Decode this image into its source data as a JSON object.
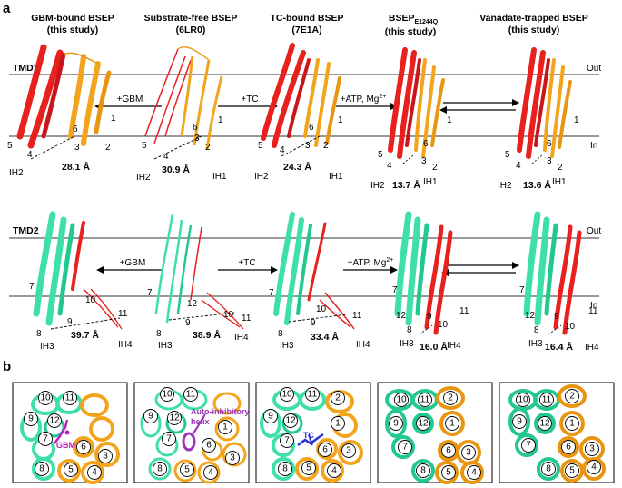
{
  "panel_a": {
    "letter": "a",
    "columns": [
      {
        "title_line1": "GBM-bound BSEP",
        "title_line2": "(this study)"
      },
      {
        "title_line1": "Substrate-free BSEP",
        "title_line2": "(6LR0)"
      },
      {
        "title_line1": "TC-bound BSEP",
        "title_line2": "(7E1A)"
      },
      {
        "title_line1": "BSEP",
        "title_sub": "E1244Q",
        "title_line2": "(this study)"
      },
      {
        "title_line1": "Vanadate-trapped BSEP",
        "title_line2": "(this study)"
      }
    ],
    "tmd1": {
      "label": "TMD1",
      "out_label": "Out",
      "in_label": "In",
      "arrows": [
        "+GBM",
        "+TC",
        "+ATP, Mg"
      ],
      "arrow3_sup": "2+",
      "distances": [
        "28.1 Å",
        "30.9 Å",
        "24.3 Å",
        "13.7 Å",
        "13.6 Å"
      ],
      "helix_numbers": [
        "1",
        "2",
        "3",
        "4",
        "5",
        "6"
      ],
      "ih_labels": [
        "IH1",
        "IH2"
      ]
    },
    "tmd2": {
      "label": "TMD2",
      "out_label": "Out",
      "in_label": "In",
      "arrows": [
        "+GBM",
        "+TC",
        "+ATP, Mg"
      ],
      "arrow3_sup": "2+",
      "distances": [
        "39.7 Å",
        "38.9 Å",
        "33.4 Å",
        "16.0 Å",
        "16.4 Å"
      ],
      "helix_numbers": [
        "7",
        "8",
        "9",
        "10",
        "11",
        "12"
      ],
      "ih_labels": [
        "IH3",
        "IH4"
      ]
    }
  },
  "panel_b": {
    "letter": "b",
    "ligand_labels": [
      "GBM",
      "Auto-inhibitory",
      "helix",
      "TC"
    ],
    "circle_numbers": [
      "10",
      "11",
      "2",
      "9",
      "12",
      "1",
      "7",
      "6",
      "3",
      "8",
      "5",
      "4"
    ]
  },
  "colors": {
    "tmd_red": "#e8201e",
    "tmd_orange": "#f2a51c",
    "tmd_green": "#3fe0a8",
    "gbm_magenta": "#c21fc0",
    "autoinhib_purple": "#9b32b8",
    "tc_blue": "#2b2fd6"
  }
}
